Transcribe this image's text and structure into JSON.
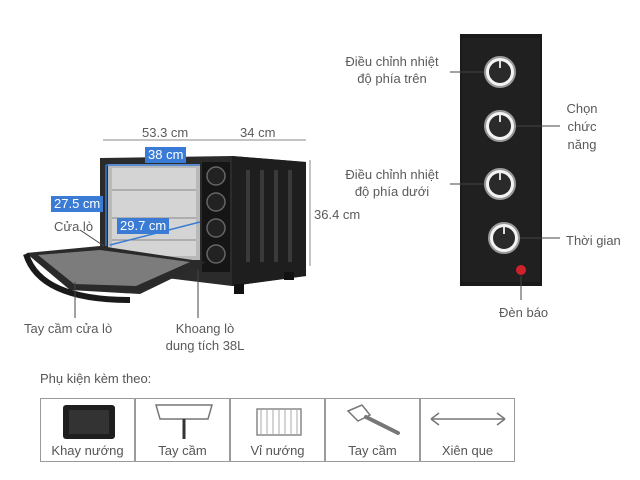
{
  "dimensions": {
    "width": "53.3 cm",
    "depth": "34 cm",
    "height": "36.4 cm",
    "inner_width": "38 cm",
    "inner_height": "27.5 cm",
    "inner_depth": "29.7 cm"
  },
  "oven_labels": {
    "door": "Cửa lò",
    "door_handle": "Tay cầm cửa lò",
    "cavity_line1": "Khoang lò",
    "cavity_line2": "dung tích 38L"
  },
  "panel_labels": {
    "top_heat_line1": "Điều chỉnh nhiệt",
    "top_heat_line2": "độ phía trên",
    "function_line1": "Chọn",
    "function_line2": "chức",
    "function_line3": "năng",
    "bottom_heat_line1": "Điều chỉnh nhiệt",
    "bottom_heat_line2": "độ phía dưới",
    "timer": "Thời gian",
    "indicator": "Đèn báo"
  },
  "accessories_title": "Phụ kiện kèm theo:",
  "accessories": [
    {
      "label": "Khay nướng"
    },
    {
      "label": "Tay cầm"
    },
    {
      "label": "Vỉ nướng"
    },
    {
      "label": "Tay cầm"
    },
    {
      "label": "Xiên que"
    }
  ],
  "colors": {
    "dimension_blue": "#3a7bd5",
    "oven_body": "#1c1c1c",
    "indicator_red": "#d0202a"
  }
}
